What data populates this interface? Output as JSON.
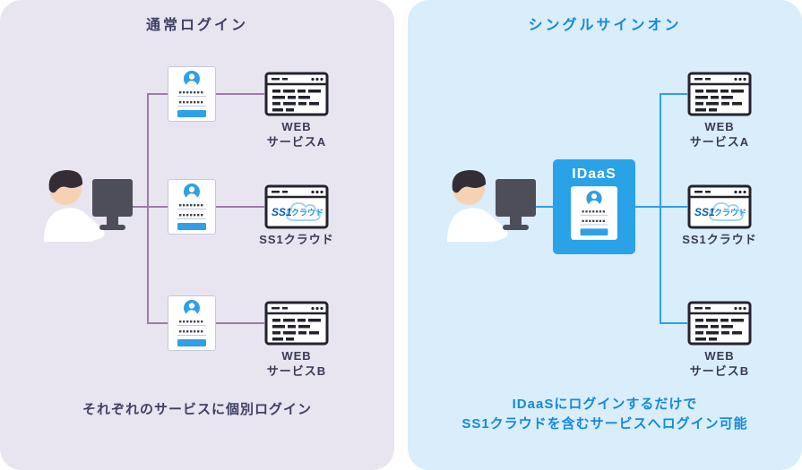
{
  "left_panel": {
    "title": "通常ログイン",
    "caption": "それぞれのサービスに個別ログイン",
    "services": [
      {
        "label": "WEB\nサービスA"
      },
      {
        "label": "SS1クラウド"
      },
      {
        "label": "WEB\nサービスB"
      }
    ]
  },
  "right_panel": {
    "title": "シングルサインオン",
    "idaas_label": "IDaaS",
    "caption": "IDaaSにログインするだけで\nSS1クラウドを含むサービスへログイン可能",
    "services": [
      {
        "label": "WEB\nサービスA"
      },
      {
        "label": "SS1クラウド"
      },
      {
        "label": "WEB\nサービスB"
      }
    ]
  },
  "ss1_logo": {
    "text_main": "SS1",
    "text_sub": "クラウド"
  },
  "colors": {
    "left_panel_bg": "#e8e5f1",
    "right_panel_bg": "#d9edfb",
    "left_text": "#3f3f63",
    "right_text": "#1489dc",
    "left_connector": "#9c7ca6",
    "right_connector": "#29a2e8",
    "idaas_box_bg": "#29a2e8",
    "avatar_blue": "#2e9fe8",
    "browser_outline": "#23232e"
  }
}
